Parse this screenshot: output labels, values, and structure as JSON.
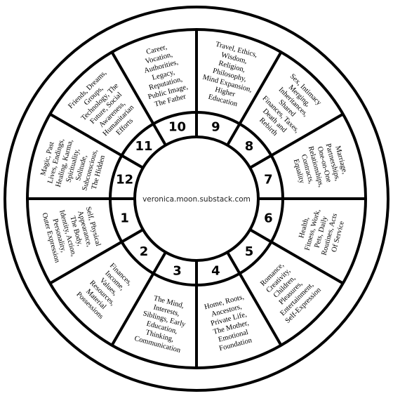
{
  "center_label": "veronica.moon.substack.com",
  "houses": [
    {
      "number": "1",
      "lines": [
        "Self, Physical",
        "Appearance,",
        "The Body,",
        "Identity, Action,",
        "Personality,",
        "Outer Expression"
      ]
    },
    {
      "number": "2",
      "lines": [
        "Finances,",
        "Income,",
        "Values,",
        "Resources,",
        "Material",
        "Possessions"
      ]
    },
    {
      "number": "3",
      "lines": [
        "The Mind,",
        "Interests,",
        "Siblings, Early",
        "Education,",
        "Thinking,",
        "Communication"
      ]
    },
    {
      "number": "4",
      "lines": [
        "Home, Roots,",
        "Ancestors,",
        "Private Life,",
        "The Mother,",
        "Emotional",
        "Foundation"
      ]
    },
    {
      "number": "5",
      "lines": [
        "Romance,",
        "Creativity,",
        "Children,",
        "Pleasures,",
        "Entertainment,",
        "Self-Expression"
      ]
    },
    {
      "number": "6",
      "lines": [
        "Health,",
        "Fitness, Work,",
        "Pets, Daily",
        "Routines, Acts",
        "Of Service"
      ]
    },
    {
      "number": "7",
      "lines": [
        "Marriage,",
        "Partnerships,",
        "One-on-One",
        "Relationships,",
        "Contracts,",
        "Equality"
      ]
    },
    {
      "number": "8",
      "lines": [
        "Sex, Intimacy",
        "Merging,",
        "Inheritances,",
        "Shared",
        "Finances, Taxes,",
        "Death and",
        "Rebirth"
      ]
    },
    {
      "number": "9",
      "lines": [
        "Travel, Ethics,",
        "Wisdom,",
        "Religion,",
        "Philosophy,",
        "Mind Expansion,",
        "Higher",
        "Education"
      ]
    },
    {
      "number": "10",
      "lines": [
        "Career,",
        "Vocation,",
        "Authorities,",
        "Legacy,",
        "Reputation,",
        "Public Image,",
        "The Father"
      ]
    },
    {
      "number": "11",
      "lines": [
        "Friends, Dreams,",
        "Groups,",
        "Technology, The",
        "Future, Social",
        "Awareness,",
        "Humanitarian",
        "Efforts"
      ]
    },
    {
      "number": "12",
      "lines": [
        "Magic, Past",
        "Lives, Endings,",
        "Healing, Karma,",
        "Spirituality,",
        "Solitude,",
        "Subconscious,",
        "The Hidden"
      ]
    }
  ]
}
